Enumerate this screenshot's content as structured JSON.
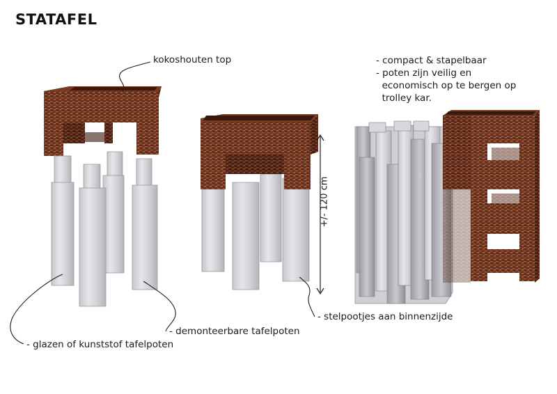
{
  "title": "STATAFEL",
  "annotations": {
    "top": "kokoshouten top",
    "compact_lines": [
      "- compact & stapelbaar",
      "- poten zijn veilig en",
      "  economisch op te bergen op",
      "  trolley kar."
    ],
    "stelpootjes": "- stelpootjes aan binnenzijde",
    "demonteerbare": "- demonteerbare tafelpoten",
    "glazen": "- glazen of kunststof tafelpoten"
  },
  "dimension": "+/- 120 cm",
  "colors": {
    "wood_dark": "#5a2b18",
    "wood_mid": "#8a4a2c",
    "wood_light": "#b8785a",
    "glass_fill": "#d8d8dc",
    "glass_edge": "#9a9aa0",
    "ink": "#1a1a1a"
  }
}
